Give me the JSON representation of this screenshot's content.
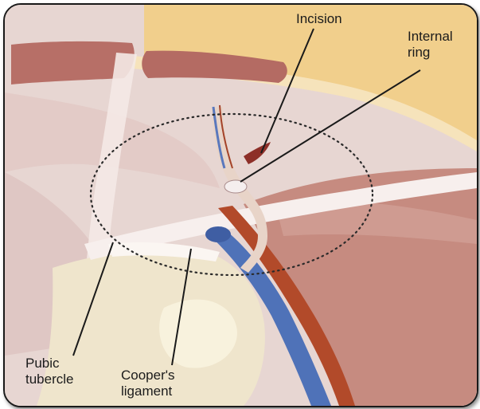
{
  "labels": {
    "incision": "Incision",
    "internal_ring": "Internal\nring",
    "pubic_tubercle": "Pubic\ntubercle",
    "coopers_ligament": "Cooper's\nligament"
  },
  "colors": {
    "skin_fat": "#f0cf8a",
    "muscle": "#b86d66",
    "tissue": "#e4d0cc",
    "vein": "#4f72b8",
    "artery": "#b24a2a",
    "bone": "#f3ecd2"
  }
}
